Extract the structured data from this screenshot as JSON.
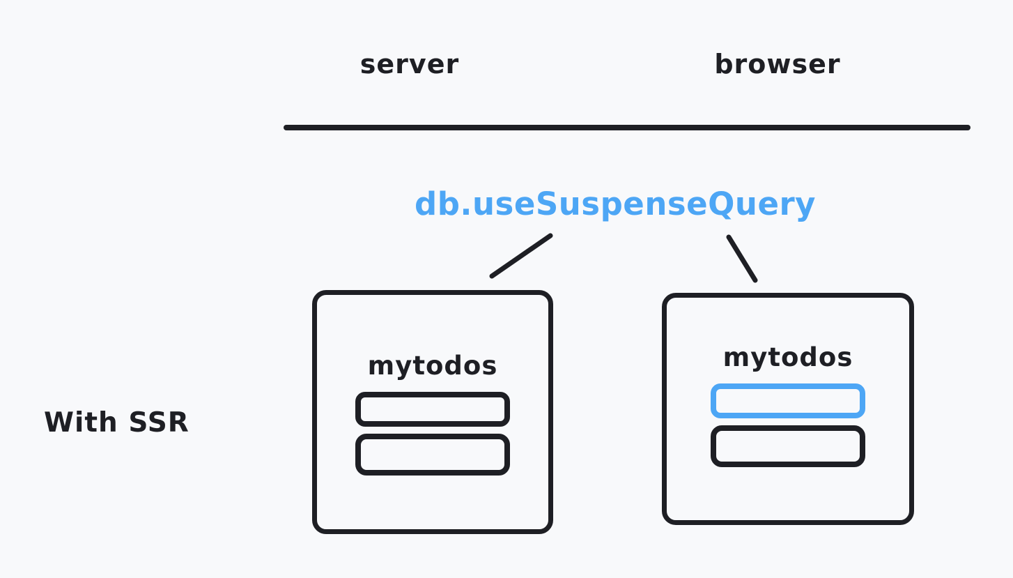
{
  "theme": {
    "background": "#f8f9fb",
    "stroke": "#1e1f24",
    "accent": "#4da6f5"
  },
  "columns": {
    "server": "server",
    "browser": "browser"
  },
  "annotation": {
    "label": "db.useSuspenseQuery"
  },
  "side_label": "With SSR",
  "server_box": {
    "title": "mytodos",
    "rows": [
      {
        "style": "default"
      },
      {
        "style": "default"
      }
    ]
  },
  "browser_box": {
    "title": "mytodos",
    "rows": [
      {
        "style": "accent"
      },
      {
        "style": "default"
      }
    ]
  }
}
